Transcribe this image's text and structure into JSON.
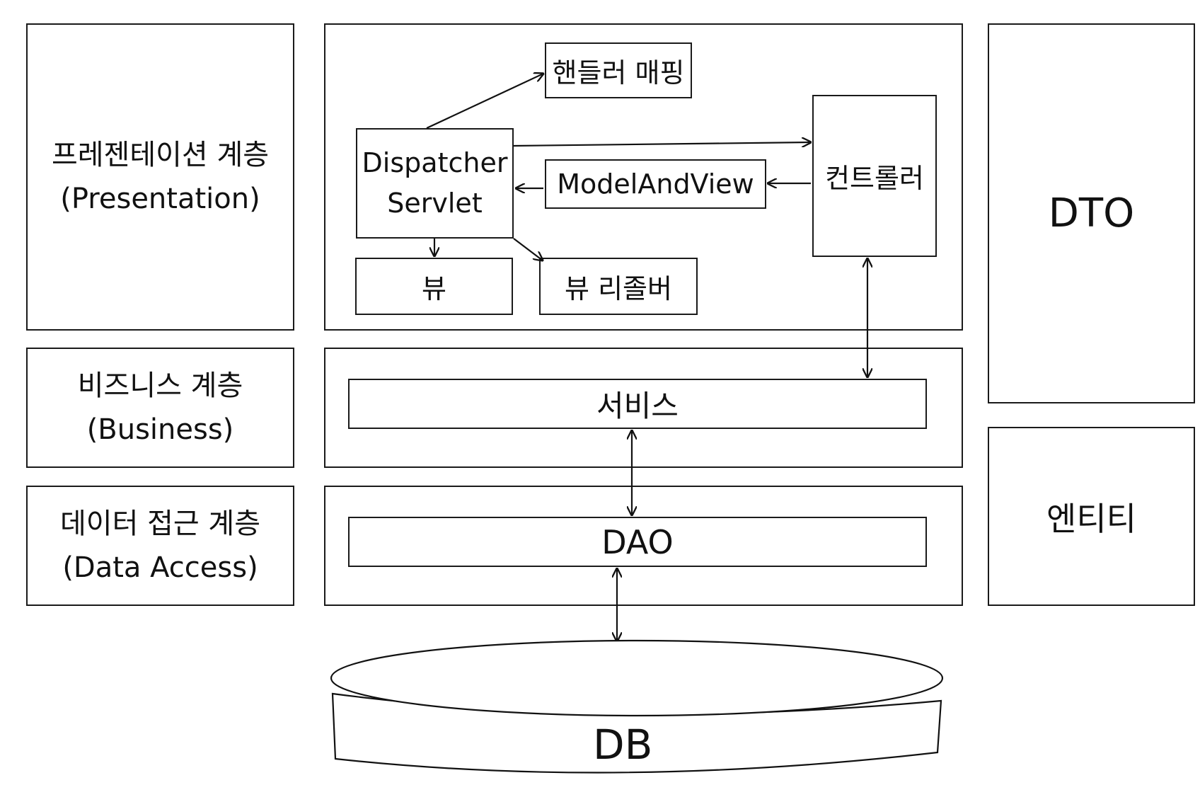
{
  "layers": {
    "presentation": [
      "프레젠테이션 계층",
      "(Presentation)"
    ],
    "business": [
      "비즈니스 계층",
      "(Business)"
    ],
    "data_access": [
      "데이터 접근 계층",
      "(Data Access)"
    ]
  },
  "presentation_components": {
    "handler_mapping": "핸들러 매핑",
    "dispatcher_servlet": [
      "Dispatcher",
      "Servlet"
    ],
    "model_and_view": "ModelAndView",
    "controller": "컨트롤러",
    "view": "뷰",
    "view_resolver": "뷰 리졸버"
  },
  "business_components": {
    "service": "서비스"
  },
  "data_access_components": {
    "dao": "DAO"
  },
  "side": {
    "dto": "DTO",
    "entity": "엔티티"
  },
  "database": {
    "label": "DB"
  }
}
